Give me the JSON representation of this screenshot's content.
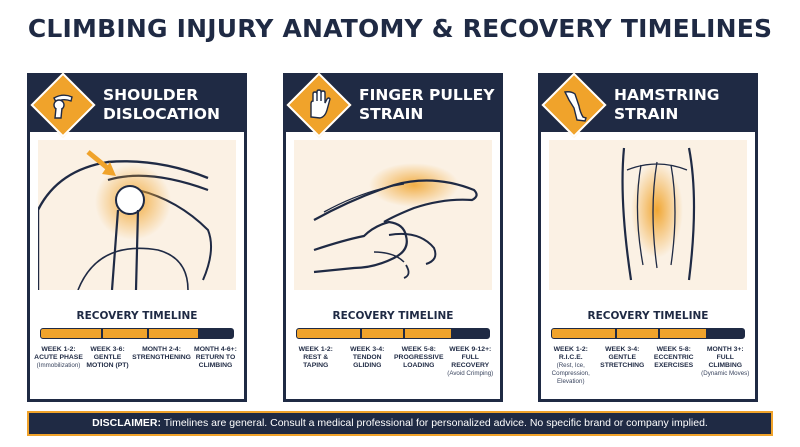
{
  "title": "CLIMBING INJURY ANATOMY & RECOVERY TIMELINES",
  "colors": {
    "navy": "#1f2a44",
    "accent": "#f0a32b",
    "panel_bg": "#fbf1e4"
  },
  "cards": [
    {
      "heading": "SHOULDER DISLOCATION",
      "icon": "shoulder-joint-icon",
      "timeline_label": "RECOVERY TIMELINE",
      "progress": 0.82,
      "ticks": [
        0.31,
        0.55,
        0.82
      ],
      "phases": [
        {
          "title": "WEEK 1-2: ACUTE PHASE",
          "sub": "(Immobilization)"
        },
        {
          "title": "WEEK 3-6: GENTLE MOTION (PT)",
          "sub": ""
        },
        {
          "title": "MONTH 2-4: STRENGTHENING",
          "sub": ""
        },
        {
          "title": "MONTH 4-6+: RETURN TO CLIMBING",
          "sub": ""
        }
      ]
    },
    {
      "heading": "FINGER PULLEY STRAIN",
      "icon": "hand-icon",
      "timeline_label": "RECOVERY TIMELINE",
      "progress": 0.8,
      "ticks": [
        0.33,
        0.55,
        0.8
      ],
      "phases": [
        {
          "title": "WEEK 1-2: REST & TAPING",
          "sub": ""
        },
        {
          "title": "WEEK 3-4: TENDON GLIDING",
          "sub": ""
        },
        {
          "title": "WEEK 5-8: PROGRESSIVE LOADING",
          "sub": ""
        },
        {
          "title": "WEEK 9-12+: FULL RECOVERY",
          "sub": "(Avoid Crimping)"
        }
      ]
    },
    {
      "heading": "HAMSTRING STRAIN",
      "icon": "leg-icon",
      "timeline_label": "RECOVERY TIMELINE",
      "progress": 0.8,
      "ticks": [
        0.33,
        0.55,
        0.8
      ],
      "phases": [
        {
          "title": "WEEK 1-2: R.I.C.E.",
          "sub": "(Rest, Ice, Compression, Elevation)"
        },
        {
          "title": "WEEK 3-4: GENTLE STRETCHING",
          "sub": ""
        },
        {
          "title": "WEEK 5-8: ECCENTRIC EXERCISES",
          "sub": ""
        },
        {
          "title": "MONTH 3+: FULL CLIMBING",
          "sub": "(Dynamic Moves)"
        }
      ]
    }
  ],
  "disclaimer": {
    "label": "DISCLAIMER:",
    "text": "Timelines are general. Consult a medical professional for personalized advice. No specific brand or company implied."
  }
}
